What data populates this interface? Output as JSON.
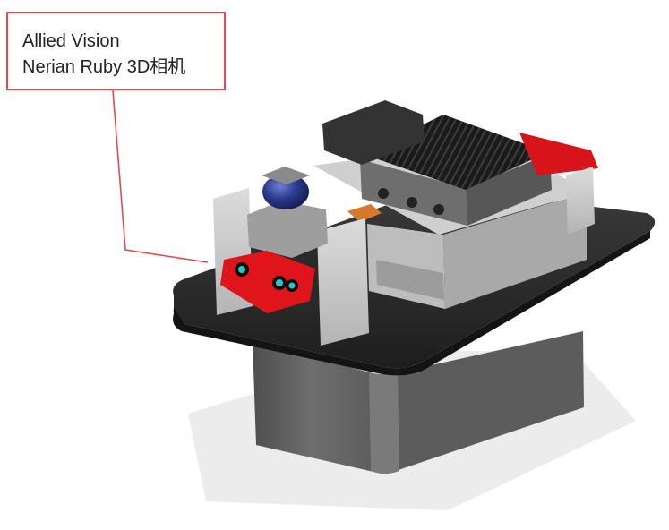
{
  "callout": {
    "line1": "Allied Vision",
    "line2": "Nerian Ruby 3D相机"
  },
  "colors": {
    "callout_red": "#e34a4f",
    "camera_red": "#e0141b",
    "plate_dark": "#2a2a2a",
    "body_gray": "#646464",
    "panel_light": "#c8c8c8",
    "dome_blue": "#2c3b8f",
    "accent_orange": "#d8782c"
  },
  "icons": [
    "camera-lens",
    "lidar-dome",
    "heatsink-fins"
  ]
}
